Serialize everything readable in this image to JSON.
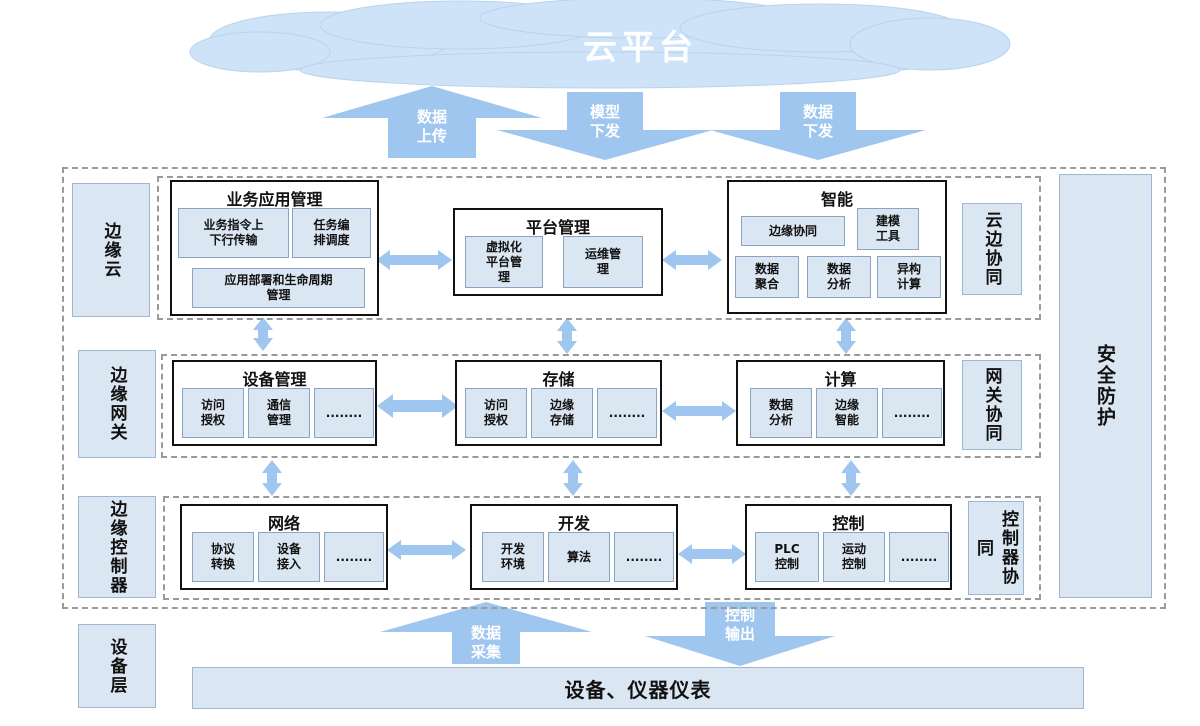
{
  "cloud": {
    "title": "云平台"
  },
  "arrows": {
    "data_up": "数据\n上传",
    "model_down": "模型\n下发",
    "data_down": "数据\n下发",
    "data_collect": "数据\n采集",
    "control_output": "控制\n输出"
  },
  "layers": {
    "edge_cloud": "边缘云",
    "edge_gateway": "边缘网关",
    "edge_controller": "边缘控制器",
    "device_layer": "设备层"
  },
  "right_labels": {
    "cloud_edge": "云边协同",
    "gateway": "网关协同",
    "controller": "控制器协同",
    "security": "安全防护"
  },
  "edge_cloud": {
    "business": {
      "title": "业务应用管理",
      "items": [
        "业务指令上\n下行传输",
        "任务编\n排调度",
        "应用部署和生命周期\n管理"
      ]
    },
    "platform": {
      "title": "平台管理",
      "items": [
        "虚拟化\n平台管\n理",
        "运维管\n理"
      ]
    },
    "intelligence": {
      "title": "智能",
      "items": [
        "边缘协同",
        "建模\n工具",
        "数据\n聚合",
        "数据\n分析",
        "异构\n计算"
      ]
    }
  },
  "edge_gateway": {
    "device_mgmt": {
      "title": "设备管理",
      "items": [
        "访问\n授权",
        "通信\n管理",
        "........"
      ]
    },
    "storage": {
      "title": "存储",
      "items": [
        "访问\n授权",
        "边缘\n存储",
        "........"
      ]
    },
    "compute": {
      "title": "计算",
      "items": [
        "数据\n分析",
        "边缘\n智能",
        "........"
      ]
    }
  },
  "edge_controller": {
    "network": {
      "title": "网络",
      "items": [
        "协议\n转换",
        "设备\n接入",
        "........"
      ]
    },
    "develop": {
      "title": "开发",
      "items": [
        "开发\n环境",
        "算法",
        "........"
      ]
    },
    "control": {
      "title": "控制",
      "items": [
        "PLC\n控制",
        "运动\n控制",
        "........"
      ]
    }
  },
  "device_bar": "设备、仪器仪表",
  "colors": {
    "cloud": "#cfe3f8",
    "arrow": "#9ec6ef",
    "cell": "#dbe6f3"
  }
}
